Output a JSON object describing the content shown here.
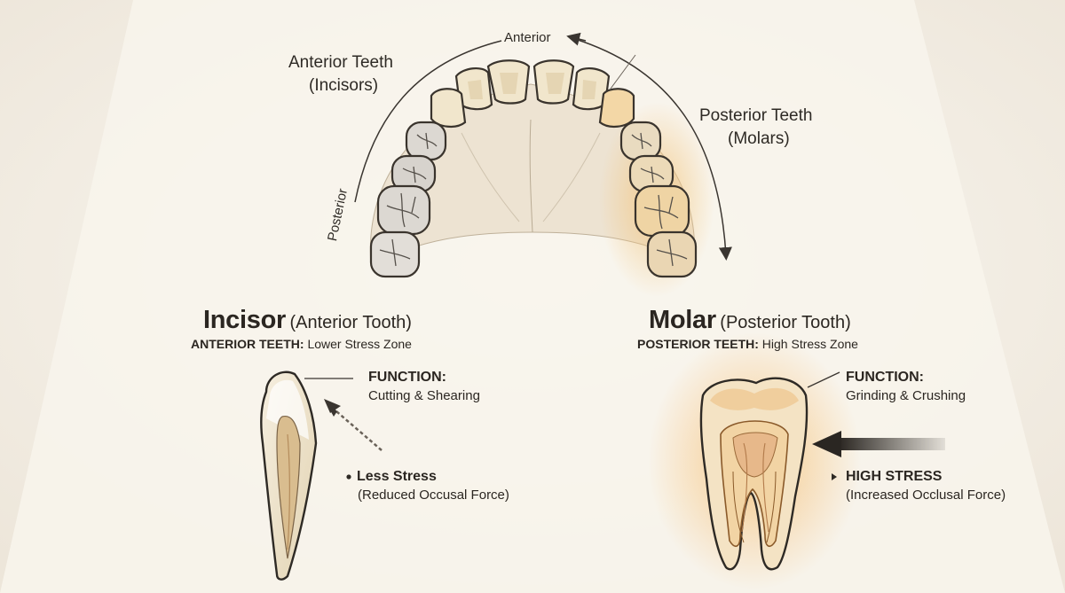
{
  "arch": {
    "anterior_label": "Anterior",
    "posterior_label": "Posterior",
    "anterior_teeth_line1": "Anterior Teeth",
    "anterior_teeth_line2": "(Incisors)",
    "posterior_teeth_line1": "Posterior Teeth",
    "posterior_teeth_line2": "(Molars)"
  },
  "incisor": {
    "title": "Incisor",
    "title_paren": "(Anterior Tooth)",
    "zone_prefix": "ANTERIOR TEETH:",
    "zone_text": "Lower Stress Zone",
    "function_title": "FUNCTION:",
    "function_text": "Cutting & Shearing",
    "stress_title": "Less Stress",
    "stress_text": "(Reduced Occusal Force)"
  },
  "molar": {
    "title": "Molar",
    "title_paren": "(Posterior Tooth)",
    "zone_prefix": "POSTERIOR TEETH:",
    "zone_text": "High Stress Zone",
    "function_title": "FUNCTION:",
    "function_text": "Grinding & Crushing",
    "stress_title": "HIGH STRESS",
    "stress_text": "(Increased Occlusal Force)"
  },
  "colors": {
    "background": "#f3efe8",
    "paper": "#f8f4ec",
    "enamel": "#efe2c4",
    "stress_glow": "#f0a040",
    "outline": "#2e2a25"
  },
  "icons": {
    "less_stress_bullet": "bullet-dot-icon",
    "high_stress_bullet": "triangle-right-icon"
  }
}
